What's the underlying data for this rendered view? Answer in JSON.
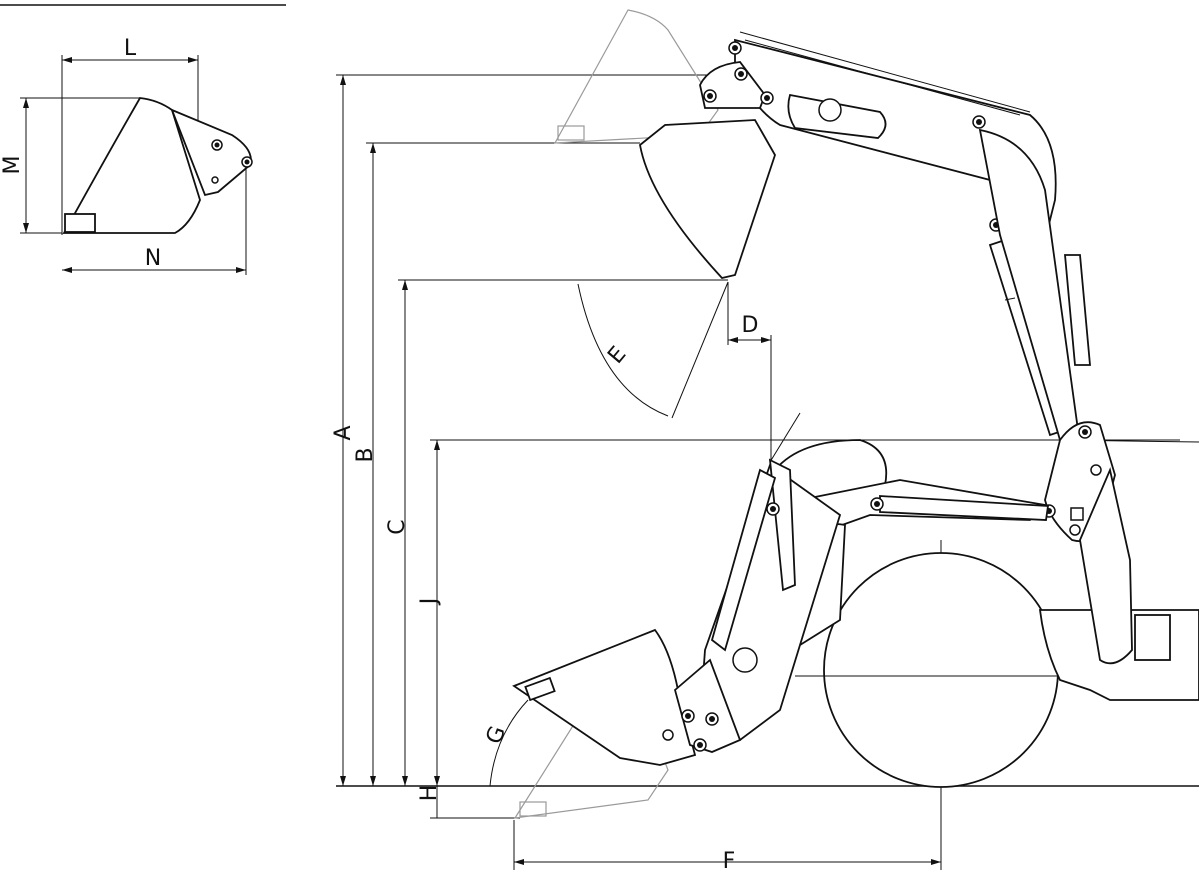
{
  "labels": {
    "A": "A",
    "B": "B",
    "C": "C",
    "D": "D",
    "E": "E",
    "F": "F",
    "G": "G",
    "H": "H",
    "J": "J",
    "L": "L",
    "M": "M",
    "N": "N"
  }
}
